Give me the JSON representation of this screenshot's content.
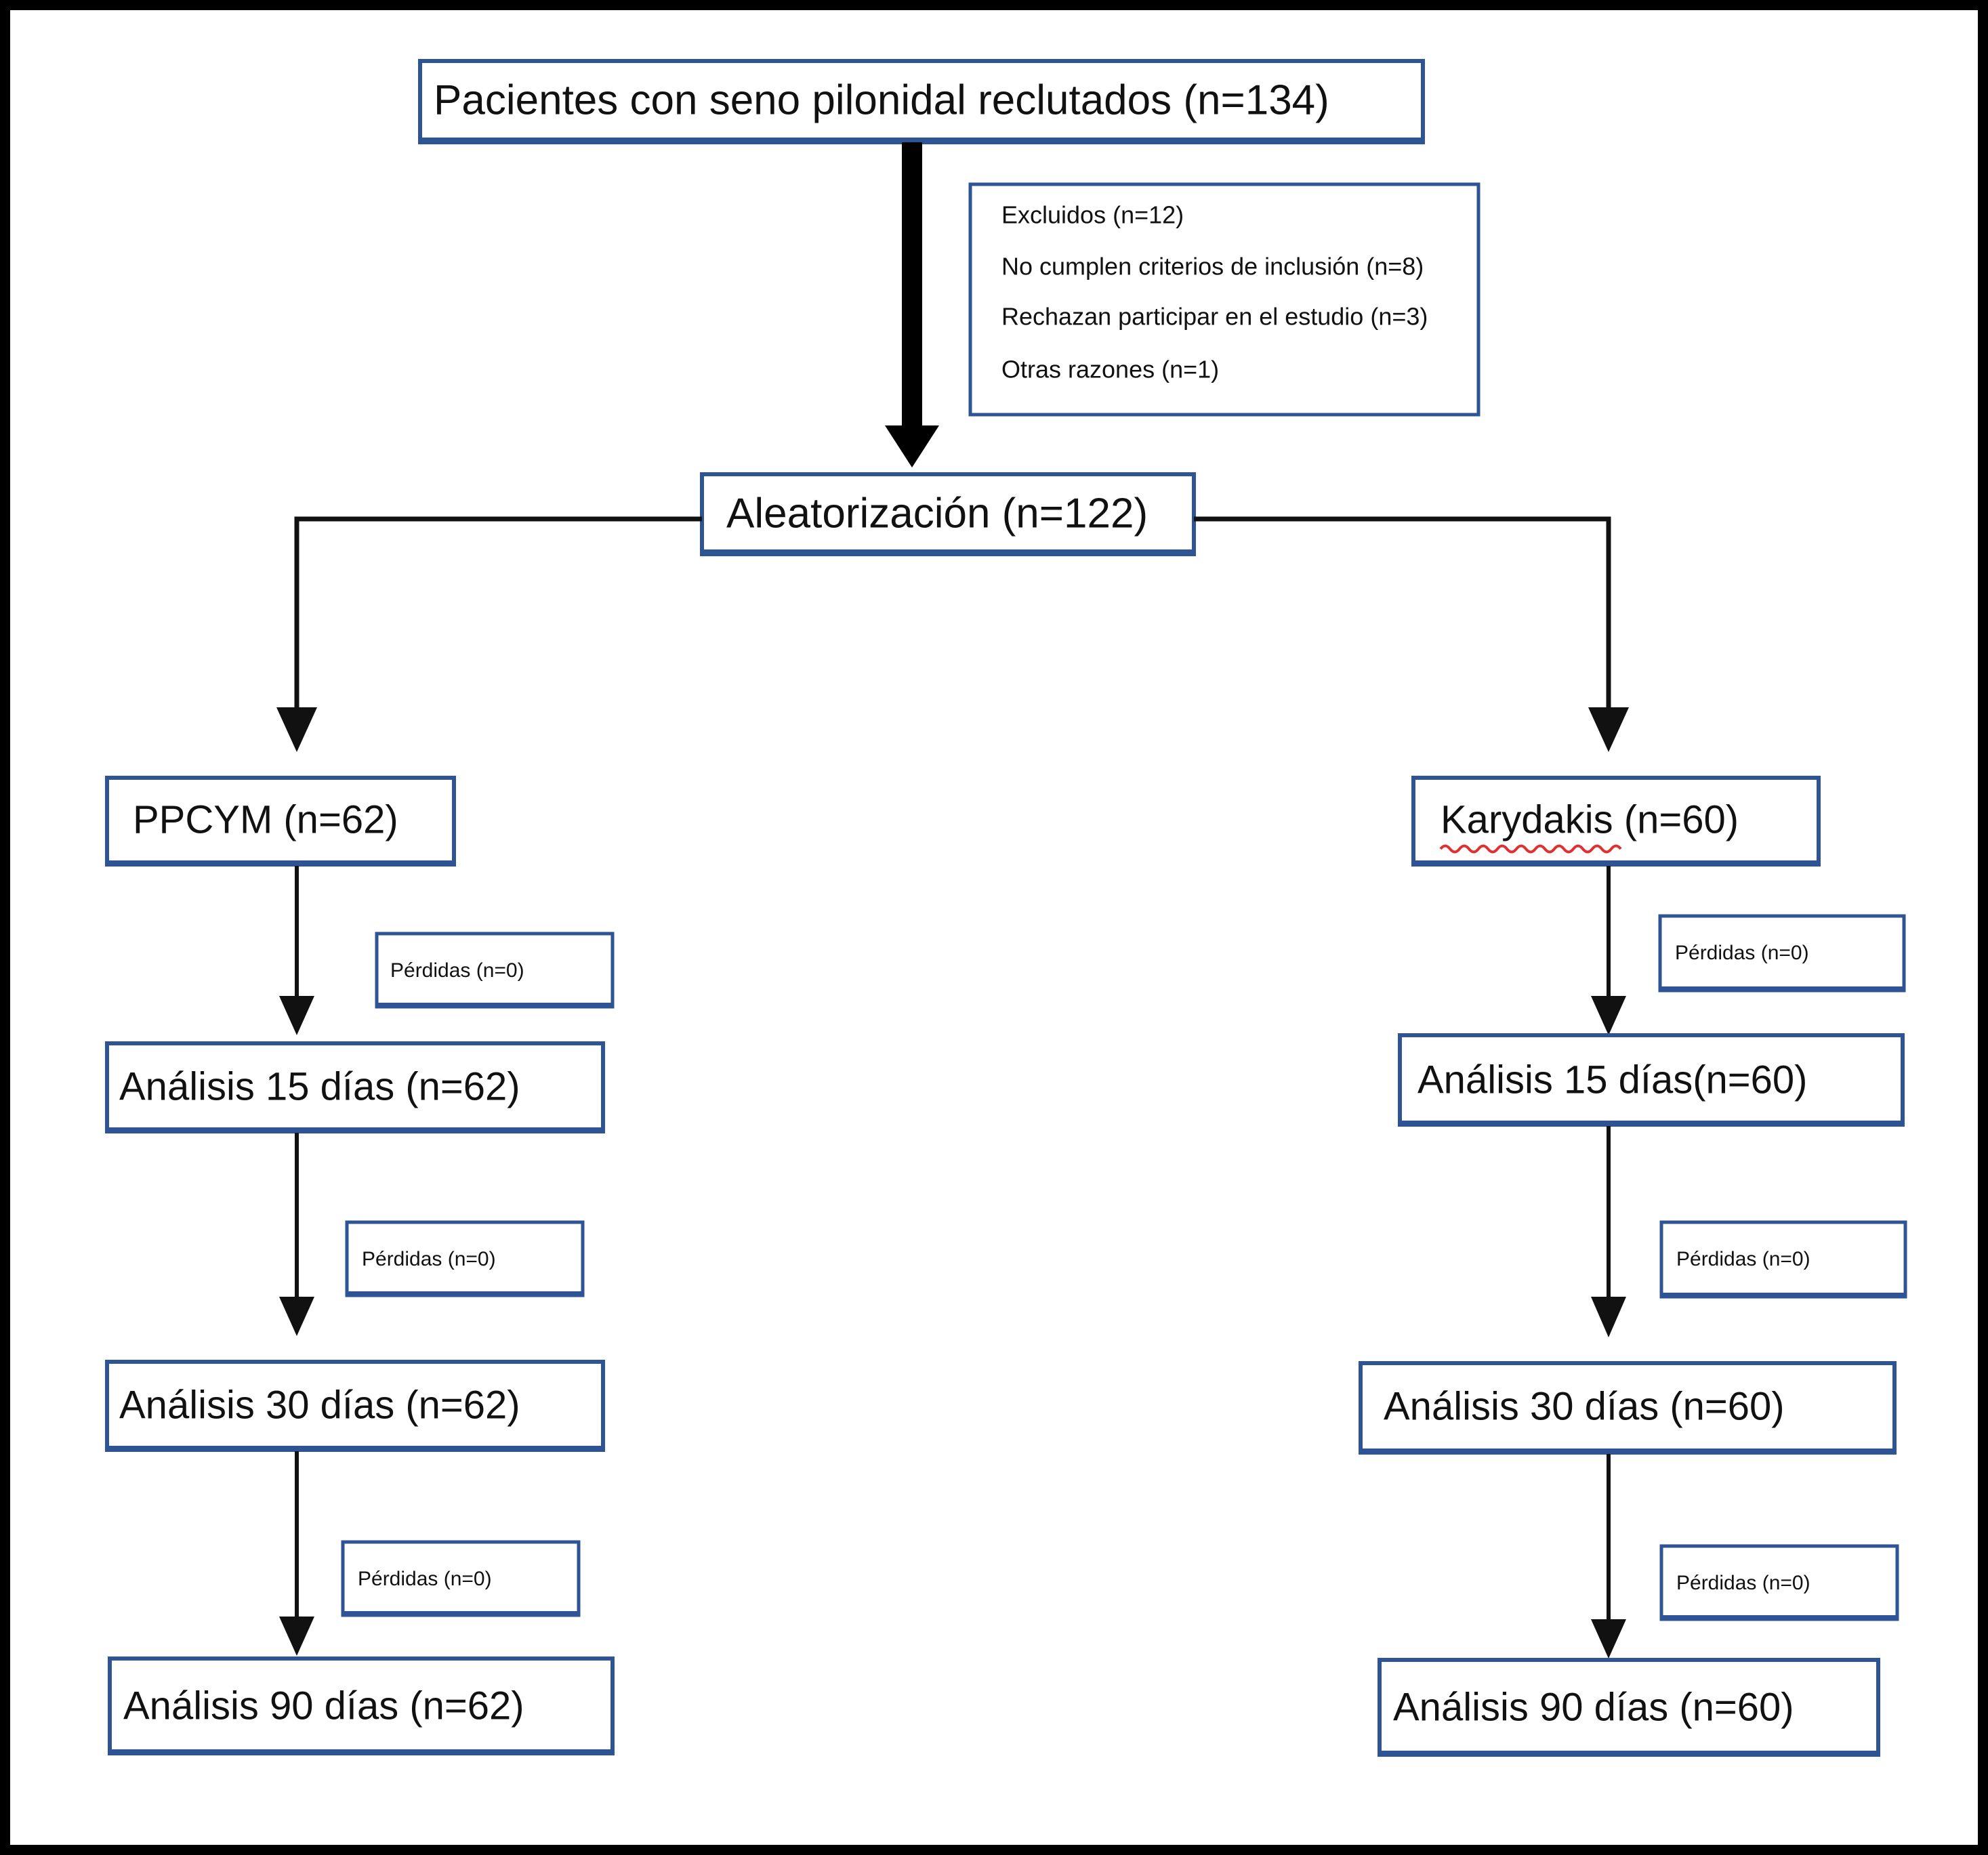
{
  "diagram": {
    "type": "consort-flow-diagram",
    "language": "es",
    "title_box": {
      "label": "Pacientes con seno pilonidal reclutados (n=134)",
      "n": 134
    },
    "excluded_box": {
      "lines": [
        "Excluidos (n=12)",
        "No cumplen criterios de inclusión (n=8)",
        "Rechazan participar en el estudio (n=3)",
        "Otras razones (n=1)"
      ],
      "total_excluded": 12
    },
    "randomization_box": {
      "label": "Aleatorización (n=122)",
      "n": 122
    },
    "arms": [
      {
        "id": "ppcym",
        "side": "left",
        "arm_label": "PPCYM (n=62)",
        "n": 62,
        "steps": [
          {
            "loss_label": "Pérdidas (n=0)",
            "loss_n": 0,
            "analysis_label": "Análisis 15 días (n=62)",
            "day": 15
          },
          {
            "loss_label": "Pérdidas (n=0)",
            "loss_n": 0,
            "analysis_label": "Análisis 30 días (n=62)",
            "day": 30
          },
          {
            "loss_label": "Pérdidas (n=0)",
            "loss_n": 0,
            "analysis_label": "Análisis 90 días (n=62)",
            "day": 90
          }
        ]
      },
      {
        "id": "karydakis",
        "side": "right",
        "arm_label": "Karydakis (n=60)",
        "n": 60,
        "spellcheck_underline": true,
        "steps": [
          {
            "loss_label": "Pérdidas (n=0)",
            "loss_n": 0,
            "analysis_label": "Análisis 15 días(n=60)",
            "day": 15
          },
          {
            "loss_label": "Pérdidas (n=0)",
            "loss_n": 0,
            "analysis_label": "Análisis 30 días (n=60)",
            "day": 30
          },
          {
            "loss_label": "Pérdidas (n=0)",
            "loss_n": 0,
            "analysis_label": "Análisis 90 días (n=60)",
            "day": 90
          }
        ]
      }
    ],
    "colors": {
      "box_border": "#2e5496",
      "frame": "#000000",
      "connector": "#111111",
      "text": "#111111",
      "background": "#ffffff",
      "spellcheck": "#e03030"
    }
  }
}
